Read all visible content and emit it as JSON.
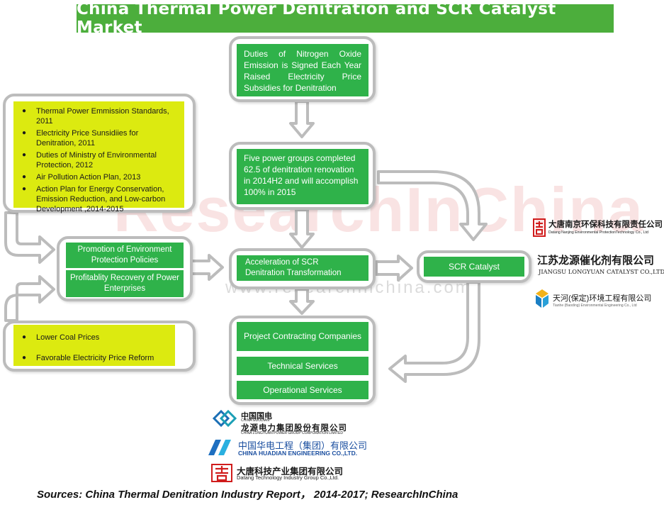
{
  "title": "China Thermal Power Denitration and SCR Catalyst Market",
  "watermark": {
    "brand": "ResearchInChina",
    "url": "www.researchinchina.com"
  },
  "policy_list": [
    "Thermal Power Emmission Standards, 2011",
    "Electricity Price Sunsidiies for Denitration, 2011",
    "Duties of Ministry of Environmental Protection, 2012",
    "Air Pollution Action Plan, 2013",
    "Action Plan for Energy Conservation, Emission Reduction, and Low-carbon Development ,2014-2015"
  ],
  "economic_list": [
    "Lower Coal Prices",
    "Favorable Electricity Price Reform"
  ],
  "drivers": {
    "promotion": "Promotion of Environment Protection Policies",
    "profitability": "Profitablity Recovery of Power Enterprises"
  },
  "duties_box": "Duties of Nitrogen Oxide Emission is Signed Each Year Raised Electricity Price Subsidies for Denitration",
  "five_groups_box": "Five power groups completed 62.5 of denitration renovation in 2014H2 and will accomplish 100% in 2015",
  "acceleration_box": "Acceleration of SCR Denitration Transformation",
  "scr_catalyst": "SCR Catalyst",
  "services": [
    "Project Contracting Companies",
    "Technical Services",
    "Operational Services"
  ],
  "catalyst_companies": [
    {
      "cn": "大唐南京环保科技有限责任公司",
      "en": "Datang Nanjing Environmental ProtectionTechnology Co., Ltd",
      "icon": "datang-logo-icon"
    },
    {
      "cn": "江苏龙源催化剂有限公司",
      "en": "JIANGSU LONGYUAN CATALYST CO.,LTD",
      "icon": "none"
    },
    {
      "cn": "天河(保定)环境工程有限公司",
      "en": "Tianhe (Baoding) Environmental Engineering Co., Ltd",
      "icon": "tianhe-logo-icon"
    }
  ],
  "contracting_companies": [
    {
      "cn_top": "中国国电",
      "en_top": "CHINA GUODIAN",
      "cn": "龙源电力集团股份有限公司",
      "en": "CHINA LONGYUAN POWER GROUP CORPORATION LIMITED",
      "icon": "guodian-logo-icon"
    },
    {
      "cn": "中国华电工程（集团）有限公司",
      "en": "CHINA HUADIAN ENGINEERING CO.,LTD.",
      "icon": "huadian-logo-icon"
    },
    {
      "cn": "大唐科技产业集团有限公司",
      "en": "Datang Technology Industry Group Co.,Ltd.",
      "icon": "datang-logo-icon"
    }
  ],
  "sources": "Sources: China Thermal Denitration Industry Report， 2014-2017; ResearchInChina",
  "colors": {
    "green": "#2fb24a",
    "title_green": "#4cae3c",
    "yellow": "#dcea10",
    "frame": "#bcbcbc",
    "arrow": "#bcbcbc"
  }
}
